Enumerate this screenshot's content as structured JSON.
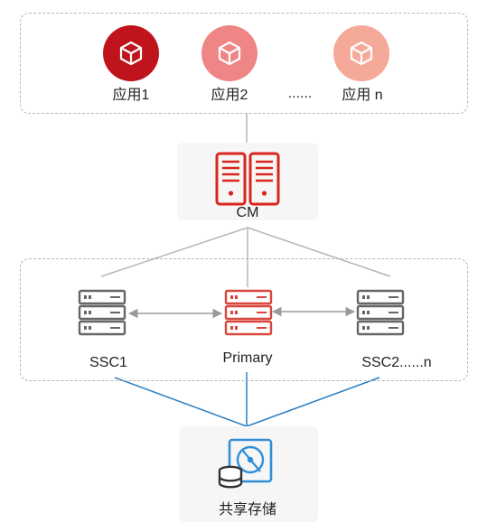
{
  "apps": {
    "items": [
      {
        "label": "应用1",
        "color": "#c0141c"
      },
      {
        "label": "应用2",
        "color": "#ef8585"
      }
    ],
    "ellipsis": "......",
    "last": {
      "label": "应用 n",
      "color": "#f5a999"
    }
  },
  "cm": {
    "label": "CM",
    "icon": "server-pair-icon",
    "color": "#d9261c"
  },
  "cluster": {
    "ssc1": {
      "label": "SSC1",
      "icon": "server-rack-icon",
      "color": "#666666"
    },
    "primary": {
      "label": "Primary",
      "icon": "server-rack-icon",
      "color": "#d9463e"
    },
    "ssc2": {
      "label": "SSC2......n",
      "icon": "server-rack-icon",
      "color": "#666666"
    }
  },
  "storage": {
    "label": "共享存储",
    "icon": "shared-storage-icon",
    "accent": "#2e8fd6"
  },
  "colors": {
    "grey_line": "#b5b5b5",
    "blue_line": "#2a7fc3",
    "arrow": "#9a9a9a"
  }
}
